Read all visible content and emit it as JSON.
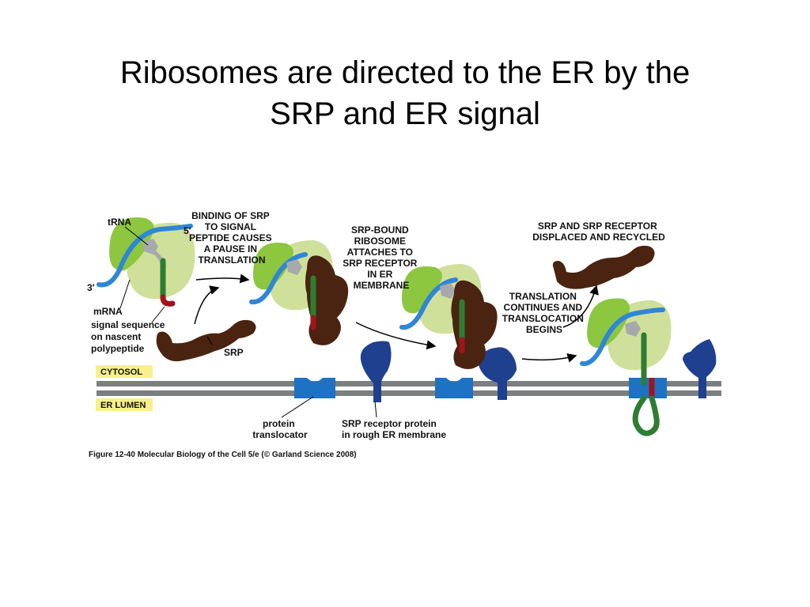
{
  "slide": {
    "title_line1": "Ribosomes are directed to the ER by the",
    "title_line2": "SRP and ER signal"
  },
  "labels": {
    "trna": "tRNA",
    "five_prime": "5′",
    "three_prime": "3′",
    "mrna": "mRNA",
    "signal_sequence": [
      "signal sequence",
      "on nascent",
      "polypeptide"
    ],
    "srp": "SRP",
    "step1": [
      "BINDING OF SRP",
      "TO SIGNAL",
      "PEPTIDE CAUSES",
      "A PAUSE IN",
      "TRANSLATION"
    ],
    "step2": [
      "SRP-BOUND",
      "RIBOSOME",
      "ATTACHES TO",
      "SRP RECEPTOR",
      "IN ER",
      "MEMBRANE"
    ],
    "step3": [
      "TRANSLATION",
      "CONTINUES AND",
      "TRANSLOCATION",
      "BEGINS"
    ],
    "step4": [
      "SRP AND SRP RECEPTOR",
      "DISPLACED AND RECYCLED"
    ],
    "cytosol": "CYTOSOL",
    "er_lumen": "ER LUMEN",
    "protein_translocator": [
      "protein",
      "translocator"
    ],
    "srp_receptor": [
      "SRP receptor protein",
      "in rough ER membrane"
    ]
  },
  "caption": "Figure 12-40  Molecular Biology of the Cell 5/e (© Garland Science 2008)",
  "colors": {
    "ribosome_large": "#cfe09a",
    "ribosome_small": "#8dc63f",
    "mrna": "#2f86d6",
    "trna": "#a7a9ac",
    "polypeptide": "#2e7d32",
    "signal_sequence": "#a0141e",
    "srp": "#4a2410",
    "receptor": "#1f3f8f",
    "translocator": "#1d72c4",
    "membrane": "#7c7f80",
    "label_box": "#f7f08a"
  }
}
